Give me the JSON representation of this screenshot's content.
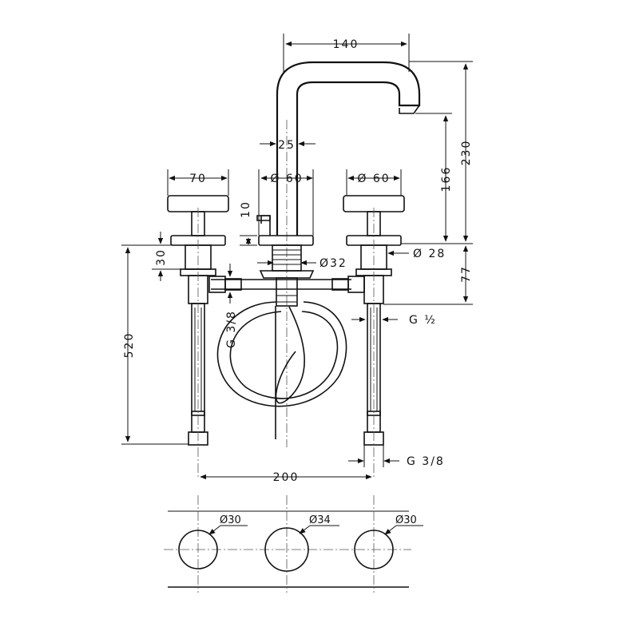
{
  "dimensions": {
    "spout_reach": "140",
    "spout_diameter": "25",
    "spout_base_diameter": "Ø 60",
    "handle_width": "70",
    "handle_base_diameter": "Ø 60",
    "lever_height": "10",
    "handle_base_height": "30",
    "shank_diameter_center": "Ø32",
    "shank_diameter_right": "Ø 28",
    "outlet_height": "166",
    "total_height": "230",
    "below_deck": "77",
    "hose_thread_left": "G 3/8",
    "connection_thread": "G ½",
    "install_depth": "520",
    "connection_thread_bottom": "G 3/8",
    "handle_spacing": "200"
  },
  "holes": {
    "left": "Ø30",
    "center": "Ø34",
    "right": "Ø30"
  }
}
